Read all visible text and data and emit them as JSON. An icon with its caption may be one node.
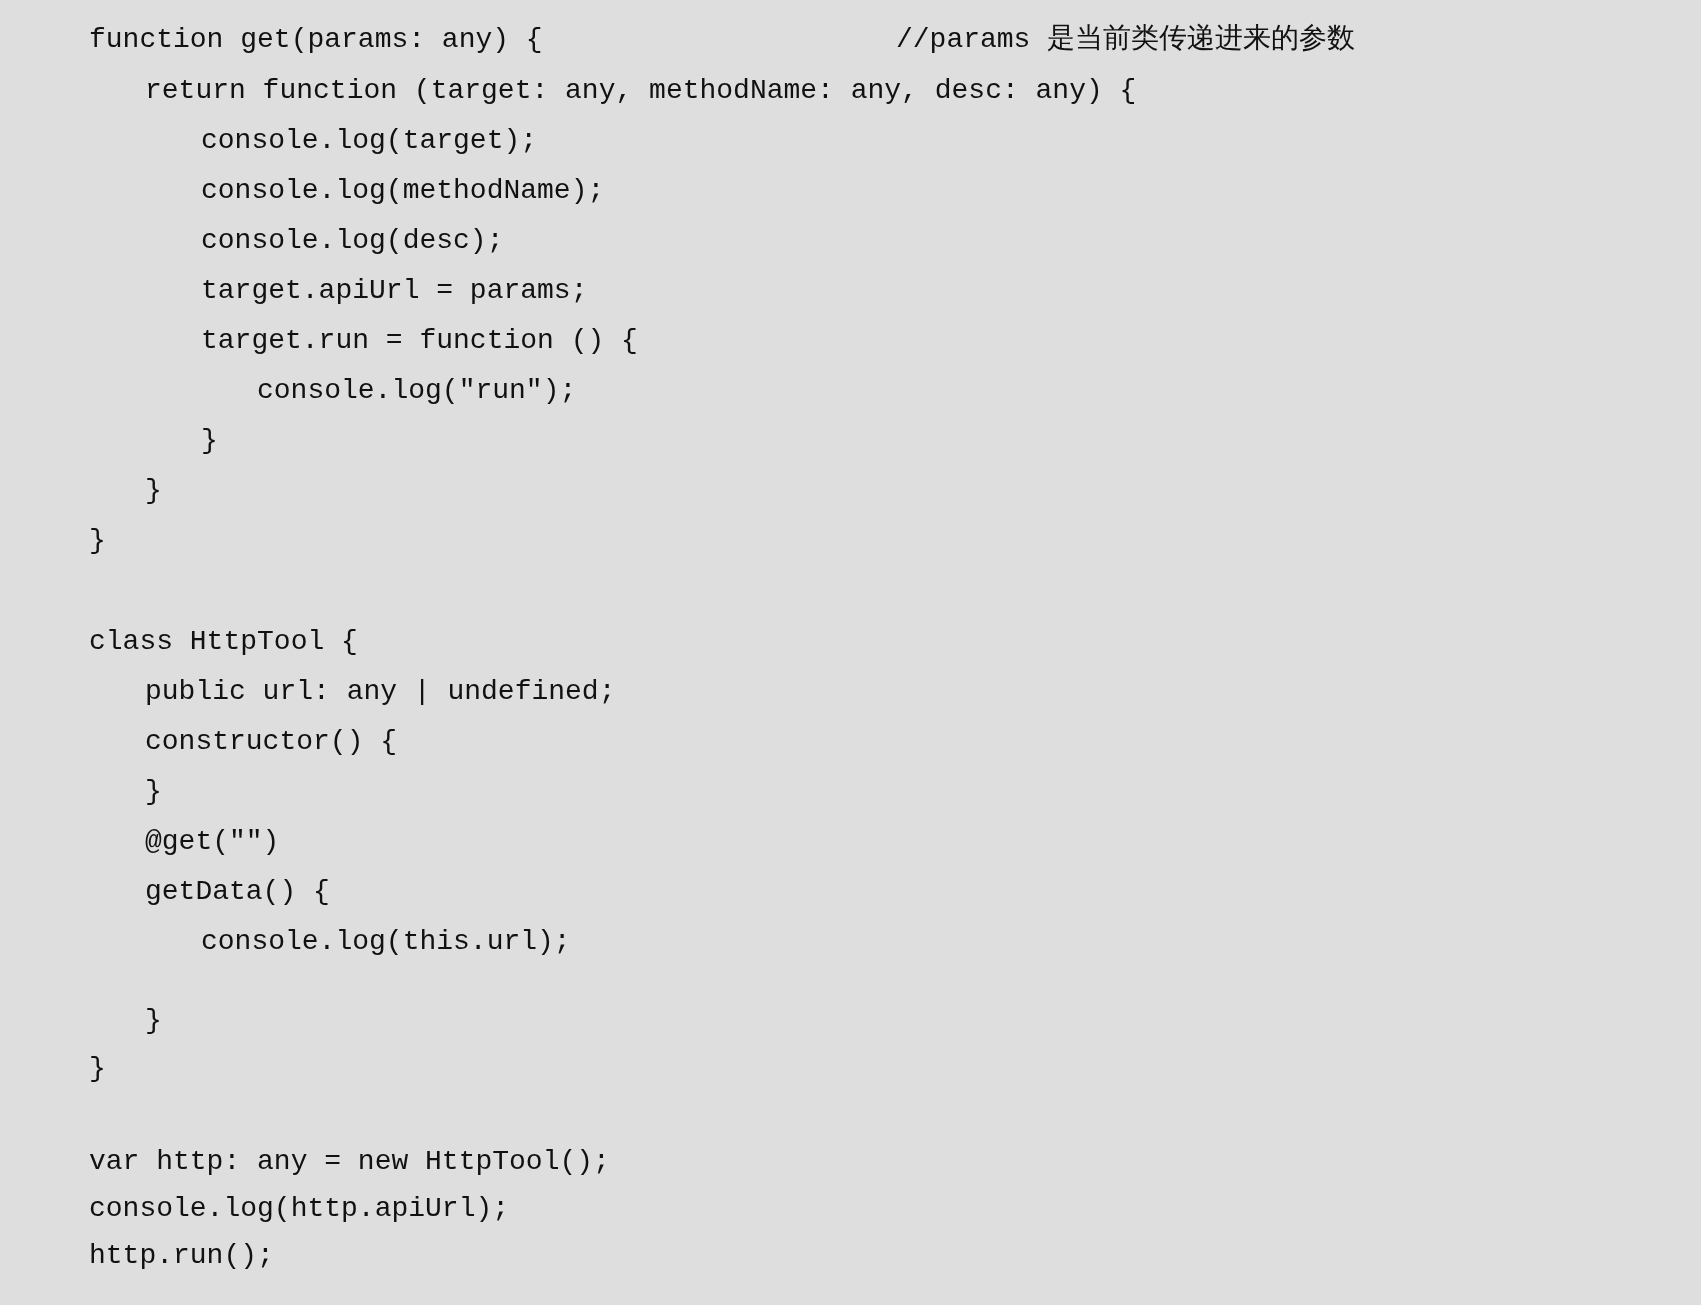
{
  "diagram": {
    "labels": [
      "function get(params: any) {",
      "//params 是当前类传递进来的参数",
      "return function (target: any, methodName: any, desc: any) {",
      "console.log(target);",
      "console.log(methodName);",
      "console.log(desc);",
      "target.apiUrl = params;",
      "target.run = function () {",
      "console.log(\"run\");",
      "}",
      "}",
      "}",
      "class HttpTool {",
      "public url: any | undefined;",
      "constructor() {",
      "}",
      "@get(\"\")",
      "getData() {",
      "console.log(this.url);",
      "}",
      "}",
      "var http: any = new HttpTool();",
      "console.log(http.apiUrl);",
      "http.run();"
    ]
  }
}
